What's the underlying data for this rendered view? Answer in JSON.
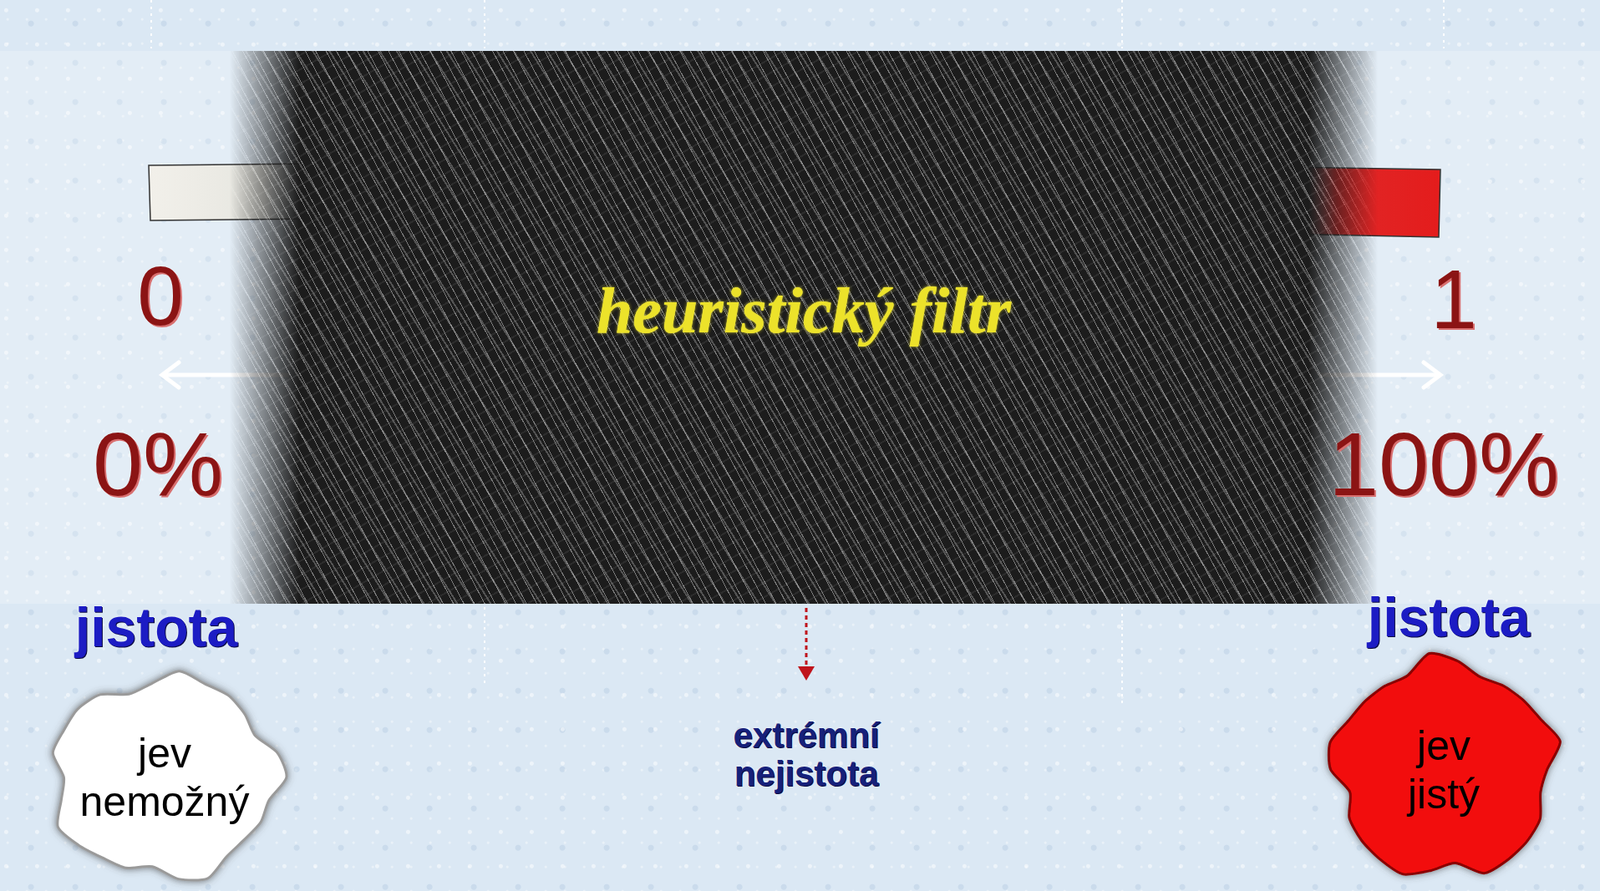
{
  "diagram": {
    "nodes": [
      {
        "text": [
          "heuristický filtr"
        ]
      },
      {
        "text": [
          "jev nemožný"
        ]
      },
      {
        "text": [
          "jev jistý"
        ]
      }
    ],
    "labels": [
      "0",
      "1",
      "0%",
      "100%",
      "jistota",
      "jistota",
      "extrémní nejistota"
    ]
  }
}
